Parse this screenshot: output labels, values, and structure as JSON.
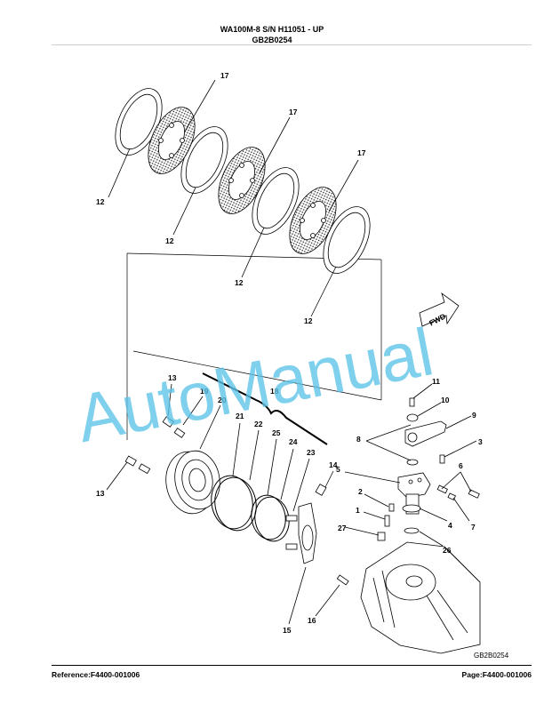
{
  "header": {
    "model_line": "WA100M-8 S/N H11051 - UP",
    "figure_code": "GB2B0254"
  },
  "diagram": {
    "figure_code_label": "GB2B0254",
    "fwd_label": "FWD",
    "watermark": "AutoManual",
    "callouts": {
      "c17a": "17",
      "c17b": "17",
      "c17c": "17",
      "c12a": "12",
      "c12b": "12",
      "c12c": "12",
      "c12d": "12",
      "c13a": "13",
      "c19": "19",
      "c18": "18",
      "c20": "20",
      "c21": "21",
      "c22": "22",
      "c25": "25",
      "c24": "24",
      "c23": "23",
      "c14": "14",
      "c13b": "13",
      "c15": "15",
      "c16": "16",
      "c11": "11",
      "c10": "10",
      "c9": "9",
      "c8": "8",
      "c3": "3",
      "c5": "5",
      "c6": "6",
      "c2": "2",
      "c1": "1",
      "c7": "7",
      "c4": "4",
      "c27": "27",
      "c26": "26"
    }
  },
  "footer": {
    "reference": "Reference:F4400-001006",
    "page": "Page:F4400-001006"
  }
}
